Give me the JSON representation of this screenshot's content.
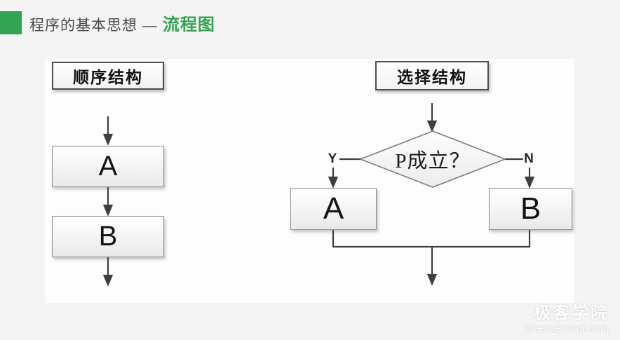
{
  "header": {
    "title_prefix": "程序的基本思想 —",
    "title_highlight": "流程图",
    "accent_color": "#33a452"
  },
  "flowcharts": {
    "sequence": {
      "title": "顺序结构",
      "nodes": [
        "A",
        "B"
      ]
    },
    "selection": {
      "title": "选择结构",
      "condition": "P成立？",
      "yes_label": "Y",
      "no_label": "N",
      "yes_node": "A",
      "no_node": "B"
    }
  },
  "watermark": {
    "brand": "极客学院",
    "domain": "jikexueyuan.com"
  }
}
